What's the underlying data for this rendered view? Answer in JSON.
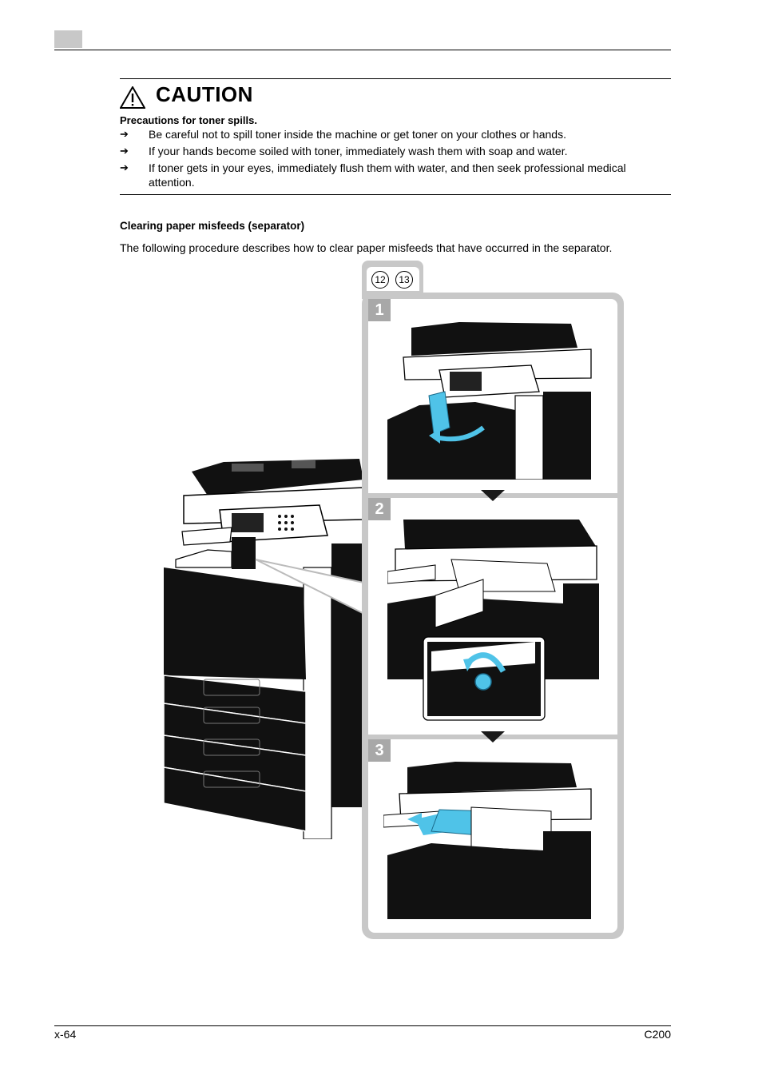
{
  "header": {
    "tab_marker": ""
  },
  "caution": {
    "title": "CAUTION",
    "subtitle": "Precautions for toner spills.",
    "arrow": "➔",
    "items": [
      "Be careful not to spill toner inside the machine or get toner on your clothes or hands.",
      "If your hands become soiled with toner, immediately wash them with soap and water.",
      "If toner gets in your eyes, immediately flush them with water, and then seek professional medical attention."
    ]
  },
  "section": {
    "title": "Clearing paper misfeeds (separator)",
    "body": "The following procedure describes how to clear paper misfeeds that have occurred in the separator."
  },
  "figure": {
    "labels": [
      "12",
      "13"
    ],
    "steps": [
      "1",
      "2",
      "3"
    ],
    "colors": {
      "accent": "#4fc3e8",
      "frame": "#c8c8c8",
      "step_bg": "#a8a8a8",
      "machine": "#111111"
    }
  },
  "footer": {
    "page": "x-64",
    "model": "C200"
  }
}
